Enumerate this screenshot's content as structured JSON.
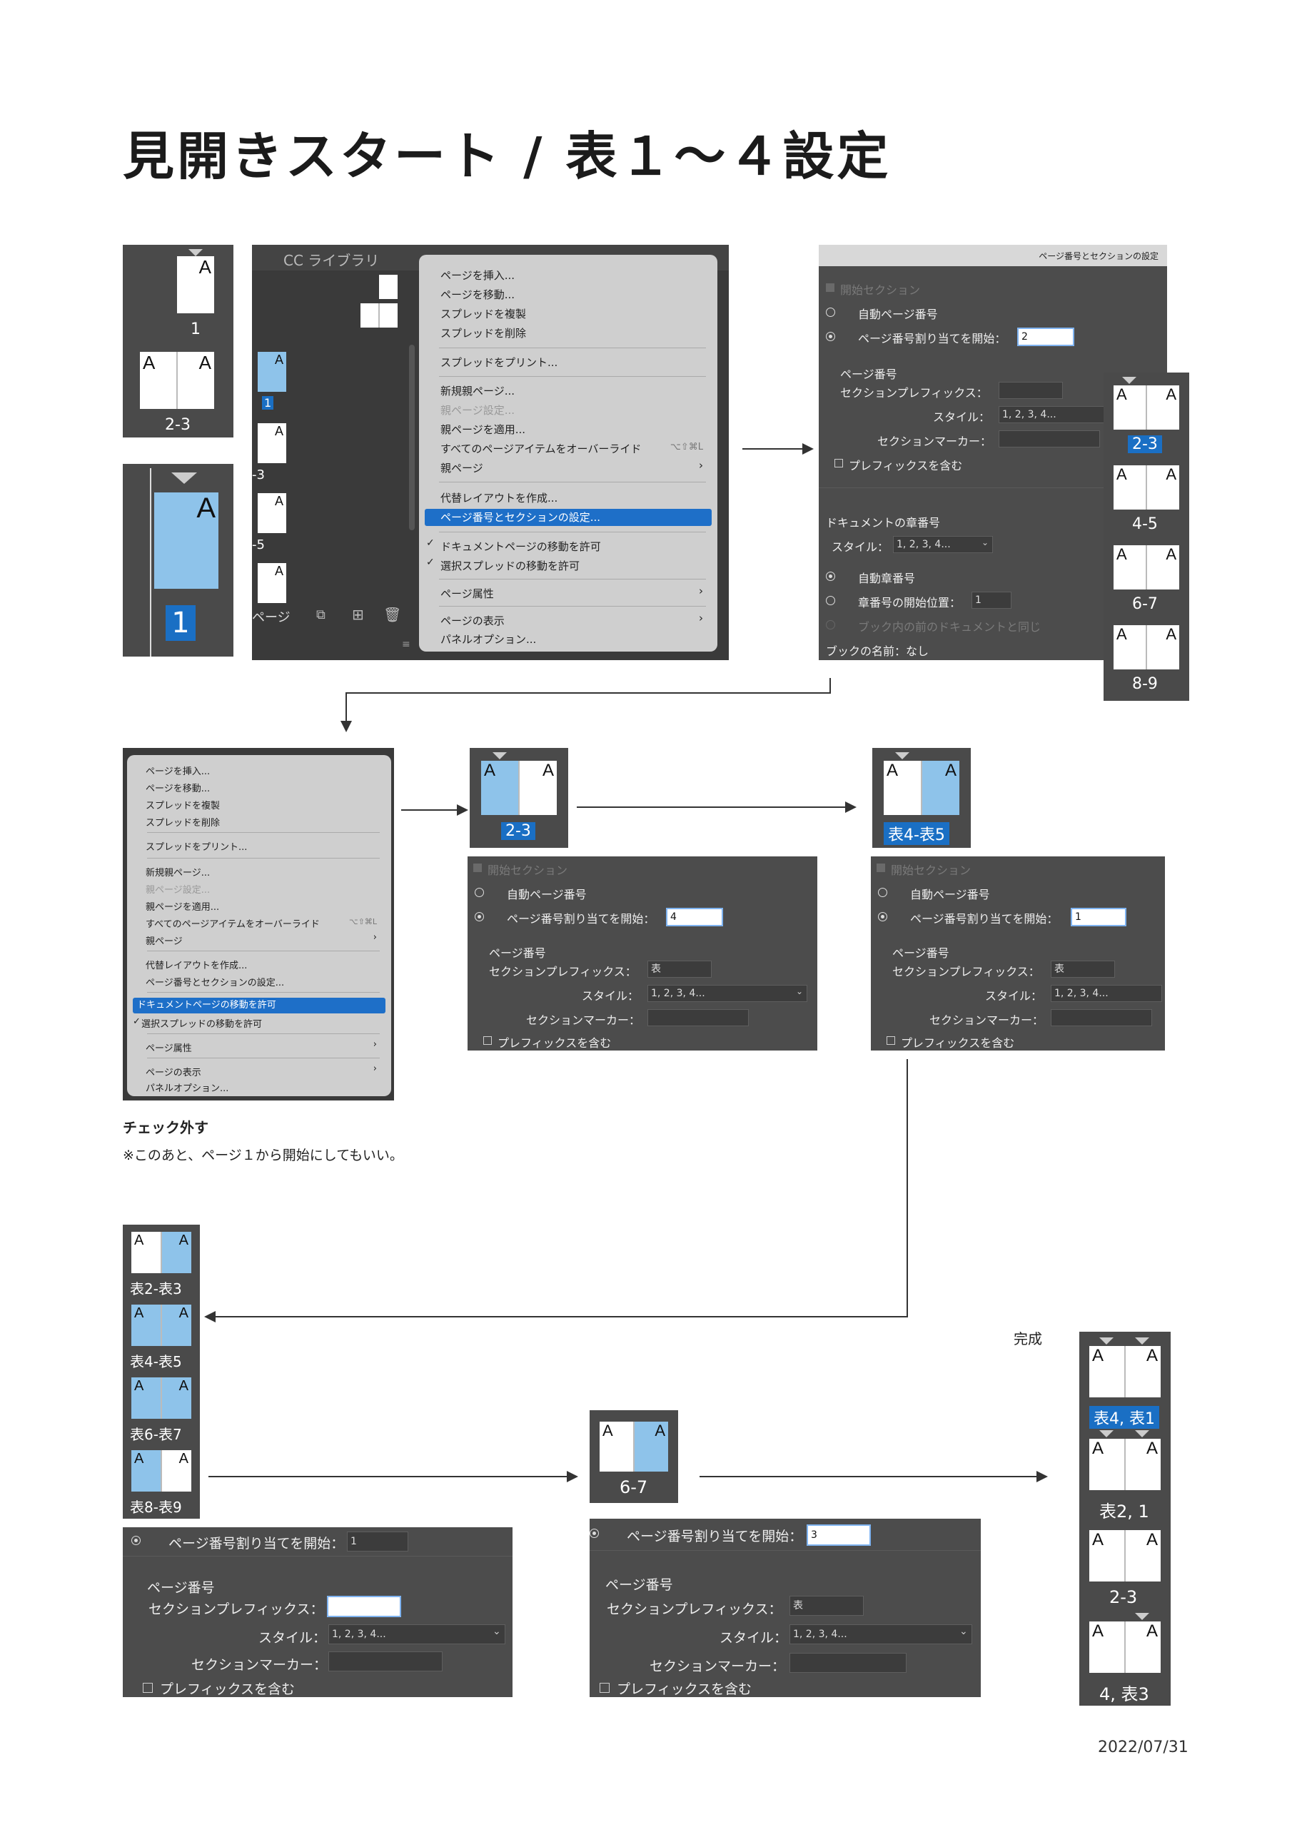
{
  "title": "見開きスタート / 表１〜４設定",
  "step1": {
    "thumb_small_labels": [
      "1",
      "2-3"
    ],
    "thumb_large_label": "1",
    "pages_panel": {
      "tab_label": "CC ライブラリ",
      "labels": [
        "1",
        "-3",
        "-5"
      ],
      "footer_label": "ページ"
    },
    "menu": {
      "items": [
        "ページを挿入...",
        "ページを移動...",
        "スプレッドを複製",
        "スプレッドを削除",
        "スプレッドをプリント...",
        "新規親ページ...",
        "親ページ設定...",
        "親ページを適用...",
        "すべてのページアイテムをオーバーライド",
        "親ページ",
        "代替レイアウトを作成...",
        "ページ番号とセクションの設定...",
        "ドキュメントページの移動を許可",
        "選択スプレッドの移動を許可",
        "ページ属性",
        "ページの表示",
        "パネルオプション..."
      ],
      "shortcut": "⌥⇧⌘L"
    }
  },
  "dialog1": {
    "title": "ページ番号とセクションの設定",
    "start_section": "開始セクション",
    "auto_page": "自動ページ番号",
    "start_page": "ページ番号割り当てを開始：",
    "start_page_value": "2",
    "page_numbering": "ページ番号",
    "section_prefix": "セクションプレフィックス：",
    "style_label": "スタイル：",
    "style_value": "1, 2, 3, 4...",
    "section_marker": "セクションマーカー：",
    "include_prefix": "プレフィックスを含む",
    "doc_chapter": "ドキュメントの章番号",
    "chapter_style_label": "スタイル：",
    "chapter_style_value": "1, 2, 3, 4...",
    "auto_chapter": "自動章番号",
    "chapter_start": "章番号の開始位置：",
    "chapter_start_value": "1",
    "same_as_prev": "ブック内の前のドキュメントと同じ",
    "book_name": "ブックの名前：なし"
  },
  "strip1_labels": [
    "2-3",
    "4-5",
    "6-7",
    "8-9"
  ],
  "step2": {
    "menu_items": [
      "ページを挿入...",
      "ページを移動...",
      "スプレッドを複製",
      "スプレッドを削除",
      "スプレッドをプリント...",
      "新規親ページ...",
      "親ページ設定...",
      "親ページを適用...",
      "すべてのページアイテムをオーバーライド",
      "親ページ",
      "代替レイアウトを作成...",
      "ページ番号とセクションの設定...",
      "ドキュメントページの移動を許可",
      "選択スプレッドの移動を許可",
      "ページ属性",
      "ページの表示",
      "パネルオプション..."
    ],
    "shortcut": "⌥⇧⌘L",
    "note_bold": "チェック外す",
    "note": "※このあと、ページ１から開始にしてもいい。"
  },
  "dialog2": {
    "spread_label": "2-3",
    "start_page_value": "4",
    "prefix_value": "表",
    "style_value": "1, 2, 3, 4..."
  },
  "dialog3": {
    "spread_label": "表4-表5",
    "start_page_value": "1",
    "prefix_value": "表",
    "style_value": "1, 2, 3, 4..."
  },
  "strip2_labels": [
    "表2-表3",
    "表4-表5",
    "表6-表7",
    "表8-表9"
  ],
  "dialog4": {
    "start_page_value": "1",
    "prefix_value": "",
    "style_value": "1, 2, 3, 4..."
  },
  "dialog5": {
    "spread_label": "6-7",
    "start_page_value": "3",
    "prefix_value": "表",
    "style_value": "1, 2, 3, 4..."
  },
  "final": {
    "caption": "完成",
    "labels": [
      "表4, 表1",
      "表2, 1",
      "2-3",
      "4, 表3"
    ]
  },
  "date": "2022/07/31",
  "colors": {
    "panel": "#4a4a4a",
    "menu": "#cfcfcf",
    "highlight": "#1e6fc8",
    "page_blue": "#8ec3ea"
  }
}
